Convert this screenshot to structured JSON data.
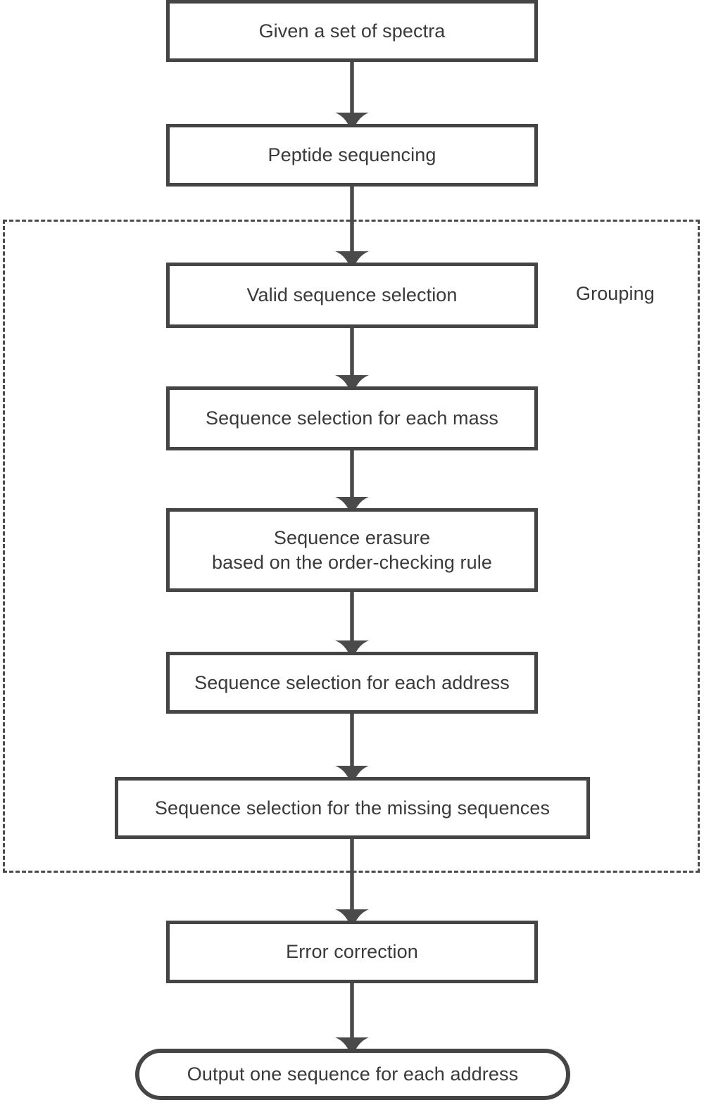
{
  "diagram": {
    "title": "Peptide sequencing and grouping pipeline flowchart",
    "type": "flowchart",
    "orientation": "top-to-bottom",
    "colors": {
      "box_border": "#454545",
      "box_fill": "#ffffff",
      "text": "#3a3a3a",
      "arrow": "#4a4a4a",
      "dashed_border": "#4a4a4a",
      "background": "#ffffff"
    },
    "group": {
      "label": "Grouping",
      "style": "dashed-rectangle"
    },
    "nodes": [
      {
        "id": "n1",
        "shape": "rectangle",
        "label": "Given a set of spectra",
        "lines": [
          "Given a set of spectra"
        ]
      },
      {
        "id": "n2",
        "shape": "rectangle",
        "label": "Peptide sequencing",
        "lines": [
          "Peptide sequencing"
        ]
      },
      {
        "id": "n3",
        "shape": "rectangle",
        "label": "Valid sequence selection",
        "lines": [
          "Valid sequence selection"
        ]
      },
      {
        "id": "n4",
        "shape": "rectangle",
        "label": "Sequence selection for each mass",
        "lines": [
          "Sequence selection for each mass"
        ]
      },
      {
        "id": "n5",
        "shape": "rectangle",
        "label": "Sequence erasure based on the order-checking rule",
        "lines": [
          "Sequence erasure",
          "based on the order-checking rule"
        ]
      },
      {
        "id": "n6",
        "shape": "rectangle",
        "label": "Sequence selection for each address",
        "lines": [
          "Sequence selection for each address"
        ]
      },
      {
        "id": "n7",
        "shape": "rectangle",
        "label": "Sequence selection for the missing sequences",
        "lines": [
          "Sequence selection for the missing sequences"
        ]
      },
      {
        "id": "n8",
        "shape": "rectangle",
        "label": "Error correction",
        "lines": [
          "Error correction"
        ]
      },
      {
        "id": "n9",
        "shape": "rounded-rectangle",
        "label": "Output one sequence for each address",
        "lines": [
          "Output one sequence for each address"
        ]
      }
    ],
    "edges": [
      {
        "from": "n1",
        "to": "n2",
        "style": "solid-arrow"
      },
      {
        "from": "n2",
        "to": "n3",
        "style": "solid-arrow"
      },
      {
        "from": "n3",
        "to": "n4",
        "style": "solid-arrow"
      },
      {
        "from": "n4",
        "to": "n5",
        "style": "solid-arrow"
      },
      {
        "from": "n5",
        "to": "n6",
        "style": "solid-arrow"
      },
      {
        "from": "n6",
        "to": "n7",
        "style": "solid-arrow"
      },
      {
        "from": "n7",
        "to": "n8",
        "style": "solid-arrow"
      },
      {
        "from": "n8",
        "to": "n9",
        "style": "solid-arrow"
      }
    ]
  }
}
